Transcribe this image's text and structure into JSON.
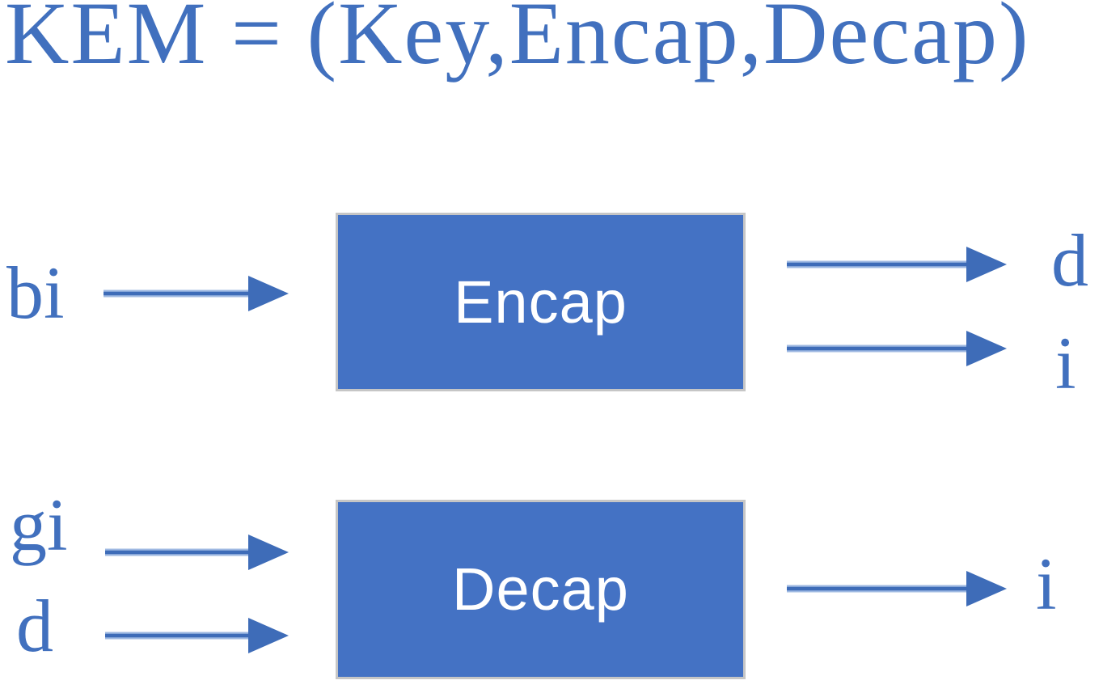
{
  "title": "KEM = (Key,Encap,Decap)",
  "colors": {
    "primary_blue": "#4472C4",
    "arrow_blue": "#3E6CB8",
    "arrow_halo": "#9FB9E2",
    "text_blue": "#4170BE",
    "box_border": "#C6C6C6",
    "box_label_white": "#FFFFFF",
    "background": "#FFFFFF"
  },
  "encap": {
    "label": "Encap",
    "inputs": [
      "bi"
    ],
    "outputs": [
      "d",
      "i"
    ]
  },
  "decap": {
    "label": "Decap",
    "inputs": [
      "gi",
      "d"
    ],
    "outputs": [
      "i"
    ]
  }
}
